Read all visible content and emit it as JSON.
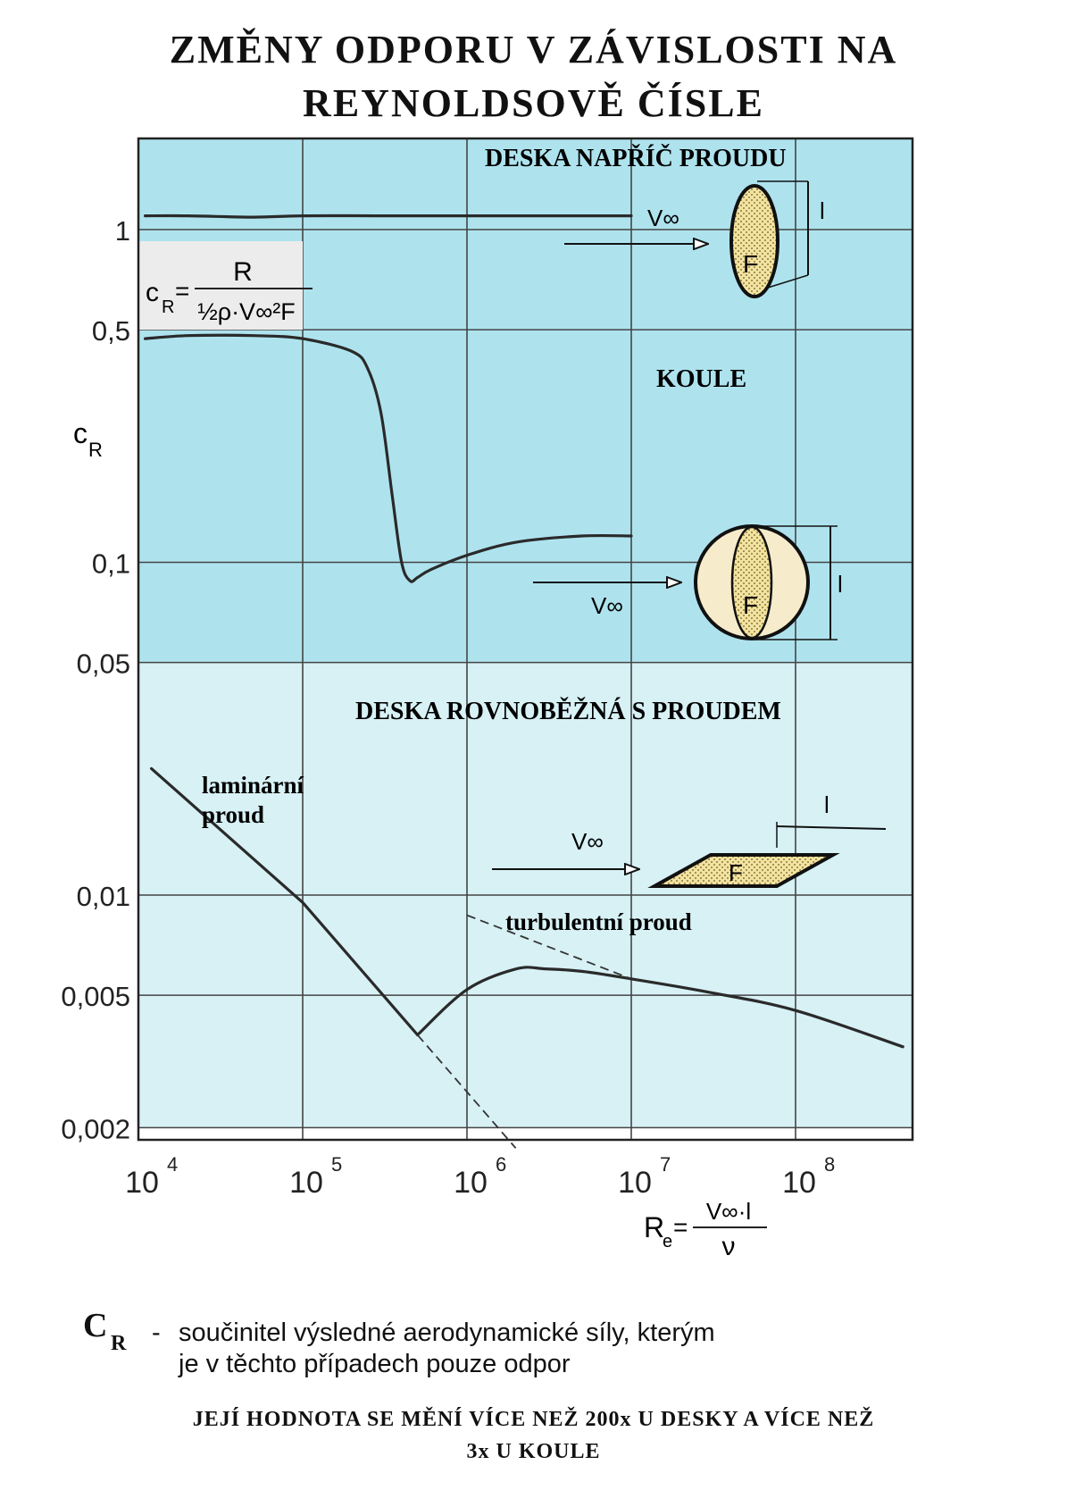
{
  "title_lines": [
    "ZMĚNY ODPORU V ZÁVISLOSTI NA",
    "REYNOLDSOVĚ ČÍSLE"
  ],
  "chart_data": {
    "type": "line",
    "x_scale": "log",
    "y_scale": "log",
    "xlim": [
      10000,
      450000000
    ],
    "ylim": [
      0.002,
      2
    ],
    "x_ticks": [
      {
        "value": 10000,
        "base": "10",
        "exp": "4"
      },
      {
        "value": 100000,
        "base": "10",
        "exp": "5"
      },
      {
        "value": 1000000,
        "base": "10",
        "exp": "6"
      },
      {
        "value": 10000000,
        "base": "10",
        "exp": "7"
      },
      {
        "value": 100000000,
        "base": "10",
        "exp": "8"
      }
    ],
    "y_ticks": [
      {
        "value": 1,
        "label": "1"
      },
      {
        "value": 0.5,
        "label": "0,5"
      },
      {
        "value": 0.1,
        "label": "0,1"
      },
      {
        "value": 0.05,
        "label": "0,05"
      },
      {
        "value": 0.01,
        "label": "0,01"
      },
      {
        "value": 0.005,
        "label": "0,005"
      },
      {
        "value": 0.002,
        "label": "0,002"
      }
    ],
    "ylabel": {
      "main": "c",
      "sub": "R"
    },
    "xlabel": {
      "main": "R",
      "sub": "e",
      "numerator": "V∞·l",
      "denominator": "ν"
    },
    "grid": true,
    "cr_formula": {
      "lhs": "c",
      "lhs_sub": "R",
      "numerator": "R",
      "denominator": "½ρ·V∞²F"
    },
    "bands": [
      {
        "ymin": 0.05,
        "ymax": 2,
        "color": "#aee3ee"
      },
      {
        "ymin": 0.002,
        "ymax": 0.05,
        "color": "#d7f1f5"
      }
    ],
    "series": [
      {
        "name": "DESKA NAPŘÍČ PROUDU",
        "x": [
          11000,
          20000,
          50000,
          100000,
          300000,
          1000000,
          3000000,
          10000000
        ],
        "y": [
          1.1,
          1.1,
          1.09,
          1.1,
          1.1,
          1.1,
          1.1,
          1.1
        ]
      },
      {
        "name": "KOULE",
        "x": [
          11000,
          20000,
          50000,
          100000,
          200000,
          250000,
          300000,
          350000,
          400000,
          450000,
          500000,
          600000,
          1000000,
          2000000,
          5000000,
          10000000
        ],
        "y": [
          0.47,
          0.48,
          0.48,
          0.47,
          0.43,
          0.38,
          0.28,
          0.16,
          0.1,
          0.088,
          0.09,
          0.095,
          0.105,
          0.115,
          0.12,
          0.12
        ]
      },
      {
        "name": "laminární proud",
        "x": [
          12000,
          100000,
          500000
        ],
        "y": [
          0.024,
          0.0095,
          0.0038
        ]
      },
      {
        "name": "turbulentní proud",
        "x": [
          500000,
          1000000,
          2000000,
          3000000,
          5000000,
          10000000,
          30000000,
          100000000,
          450000000
        ],
        "y": [
          0.0038,
          0.0052,
          0.006,
          0.006,
          0.0059,
          0.0056,
          0.0051,
          0.0045,
          0.0035
        ]
      }
    ],
    "annotations": {
      "plate_cross": "DESKA NAPŘÍČ PROUDU",
      "sphere": "KOULE",
      "plate_parallel": "DESKA ROVNOBĚŽNÁ S PROUDEM",
      "laminar_line1": "laminární",
      "laminar_line2": "proud",
      "turbulent": "turbulentní proud",
      "velocity": "V∞",
      "length": "l",
      "area": "F"
    }
  },
  "note": {
    "symbol": "C",
    "symbol_sub": "R",
    "dash": "-",
    "line1": "součinitel výsledné aerodynamické síly, kterým",
    "line2": "je v těchto případech pouze odpor"
  },
  "footer_lines": [
    "JEJÍ HODNOTA SE MĚNÍ VÍCE NEŽ 200x U DESKY A VÍCE NEŽ",
    "3x U KOULE"
  ]
}
